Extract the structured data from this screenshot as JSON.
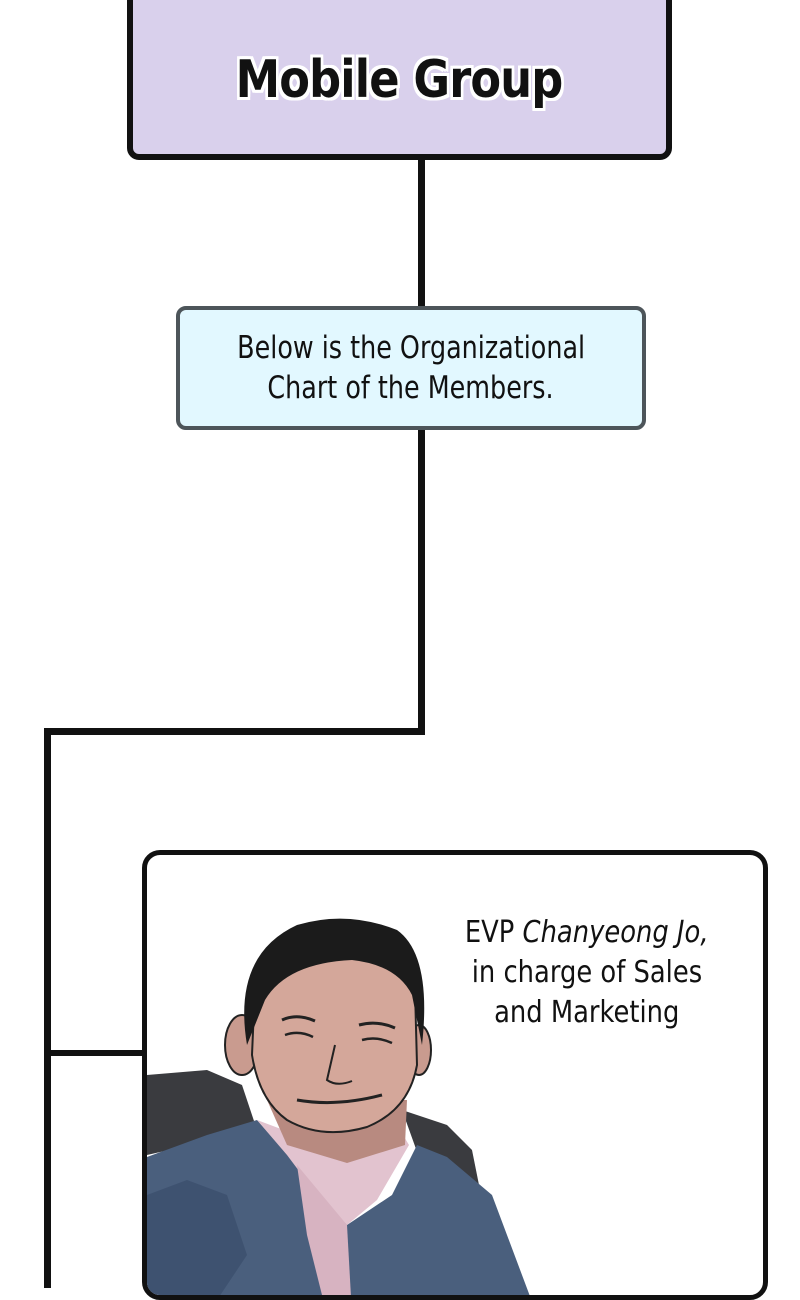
{
  "header": {
    "title": "Mobile Group"
  },
  "note": {
    "line1": "Below is the Organizational",
    "line2": "Chart of the Members."
  },
  "member": {
    "title_prefix": "EVP ",
    "name": "Chanyeong Jo,",
    "line2": "in charge of Sales",
    "line3": "and Marketing"
  },
  "colors": {
    "header_fill": "#d9d0ec",
    "note_fill": "#dcf6ff",
    "line": "#111111"
  }
}
